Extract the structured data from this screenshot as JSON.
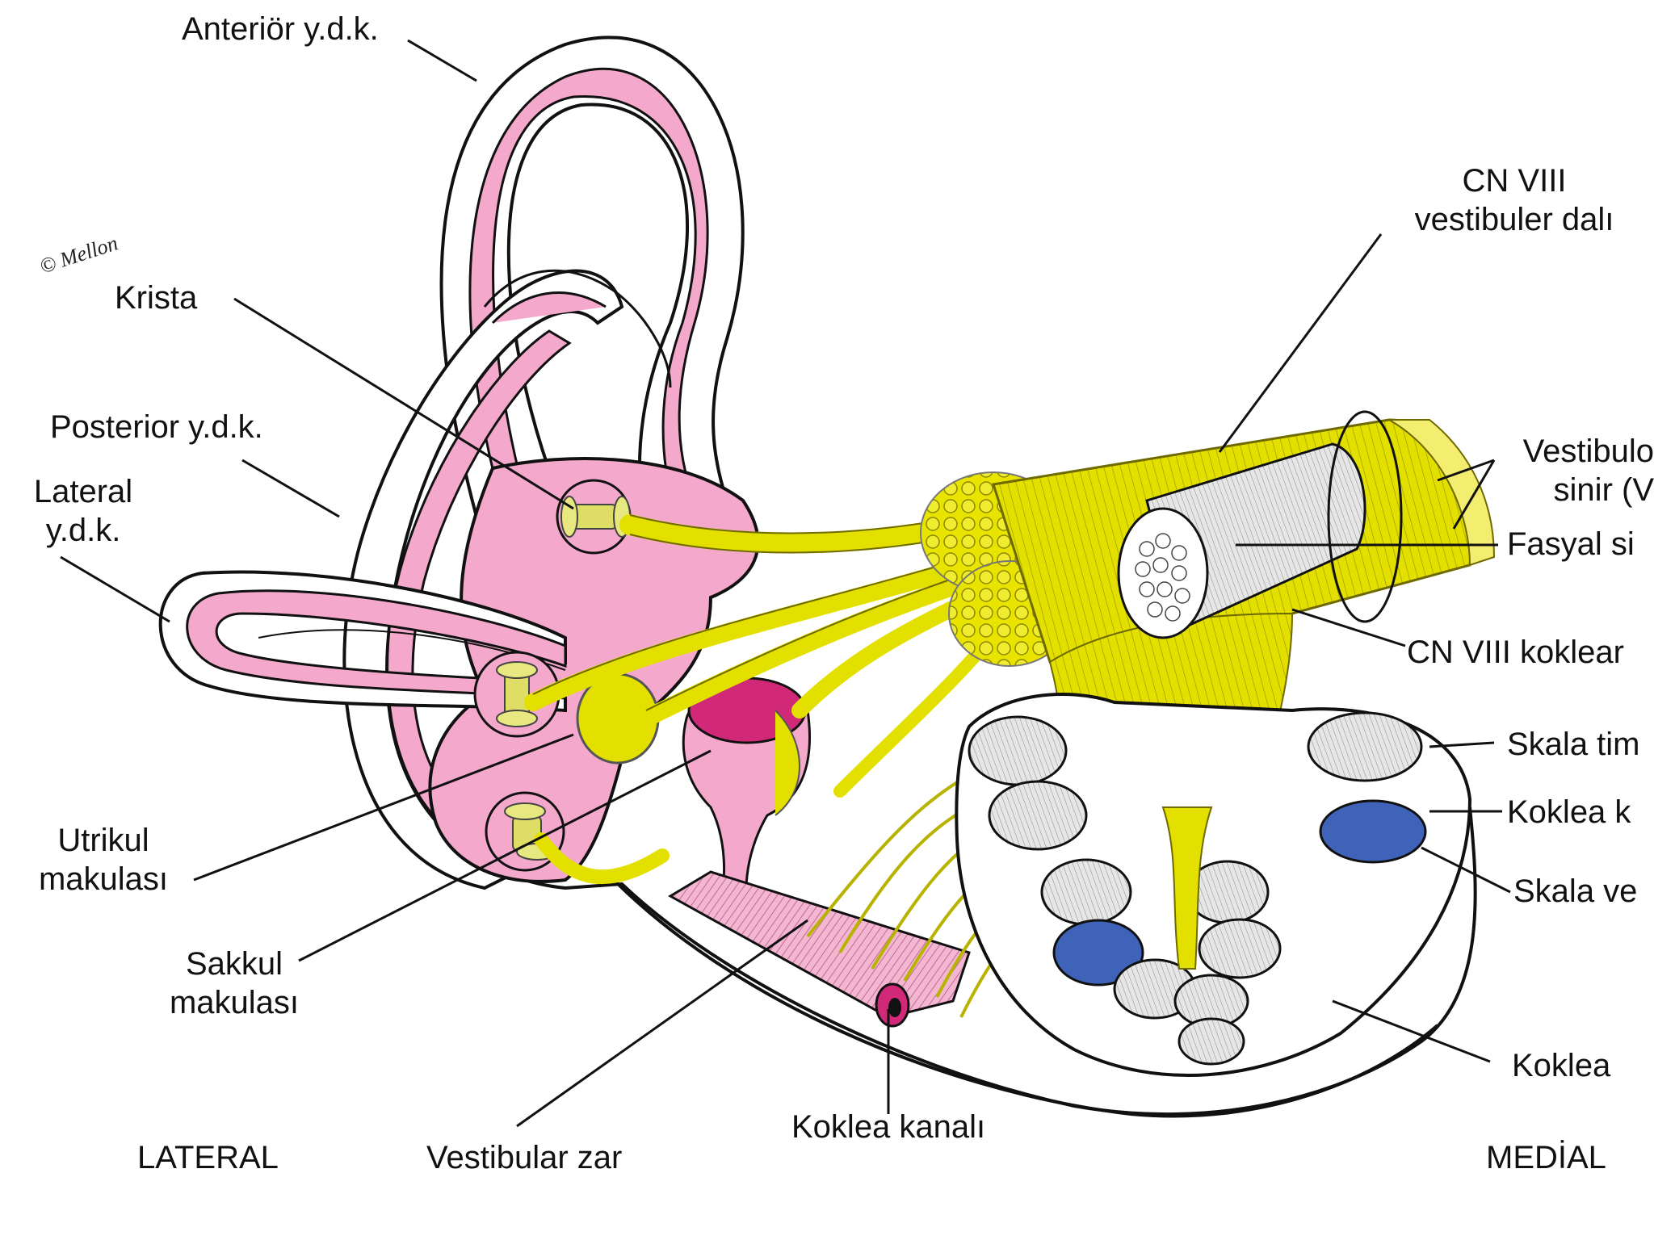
{
  "labels": {
    "anterior": "Anteriör y.d.k.",
    "krista": "Krista",
    "posterior": "Posterior y.d.k.",
    "lateral_1": "Lateral",
    "lateral_2": "y.d.k.",
    "utrikul_1": "Utrikul",
    "utrikul_2": "makulası",
    "sakkul_1": "Sakkul",
    "sakkul_2": "makulası",
    "vestibular_zar": "Vestibular zar",
    "koklea_kanali": "Koklea kanalı",
    "cn8_vest_1": "CN VIII",
    "cn8_vest_2": "vestibuler dalı",
    "vestibulokoklear_1": "Vestibulo",
    "vestibulokoklear_2": "sinir (V",
    "fasyal": "Fasyal si",
    "cn8_koklear": "CN VIII koklear",
    "skala_timpani": "Skala tim",
    "koklea_kanali_2": "Koklea k",
    "skala_vestibuli": "Skala ve",
    "koklea": "Koklea",
    "lateral_dir": "LATERAL",
    "medial_dir": "MEDİAL"
  },
  "colors": {
    "endolymph_pink": "#f4a9cc",
    "nerve_yellow": "#e3e000",
    "membrane_magenta": "#d22878",
    "scala_blue": "#3f63b8",
    "bone_white": "#ffffff",
    "outline": "#111111"
  }
}
